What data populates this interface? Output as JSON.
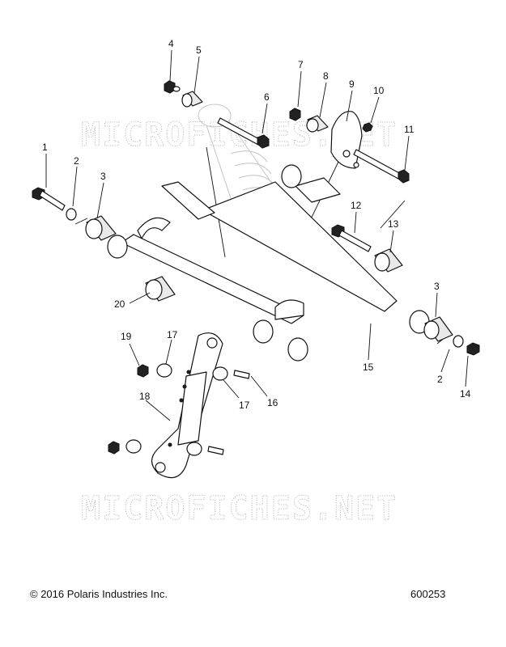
{
  "footer": {
    "copyright": "© 2016 Polaris Industries Inc.",
    "drawing_number": "600253"
  },
  "watermark": {
    "text_top": "MICROFICHES.NET",
    "text_bottom": "MICROFICHES.NET",
    "color": "#bdbdbd"
  },
  "callouts": {
    "c1": "1",
    "c2a": "2",
    "c2b": "2",
    "c3a": "3",
    "c3b": "3",
    "c4": "4",
    "c5": "5",
    "c6": "6",
    "c7": "7",
    "c8": "8",
    "c9": "9",
    "c10": "10",
    "c11": "11",
    "c12": "12",
    "c13": "13",
    "c14": "14",
    "c15": "15",
    "c16": "16",
    "c17a": "17",
    "c17b": "17",
    "c18": "18",
    "c19": "19",
    "c20": "20"
  }
}
